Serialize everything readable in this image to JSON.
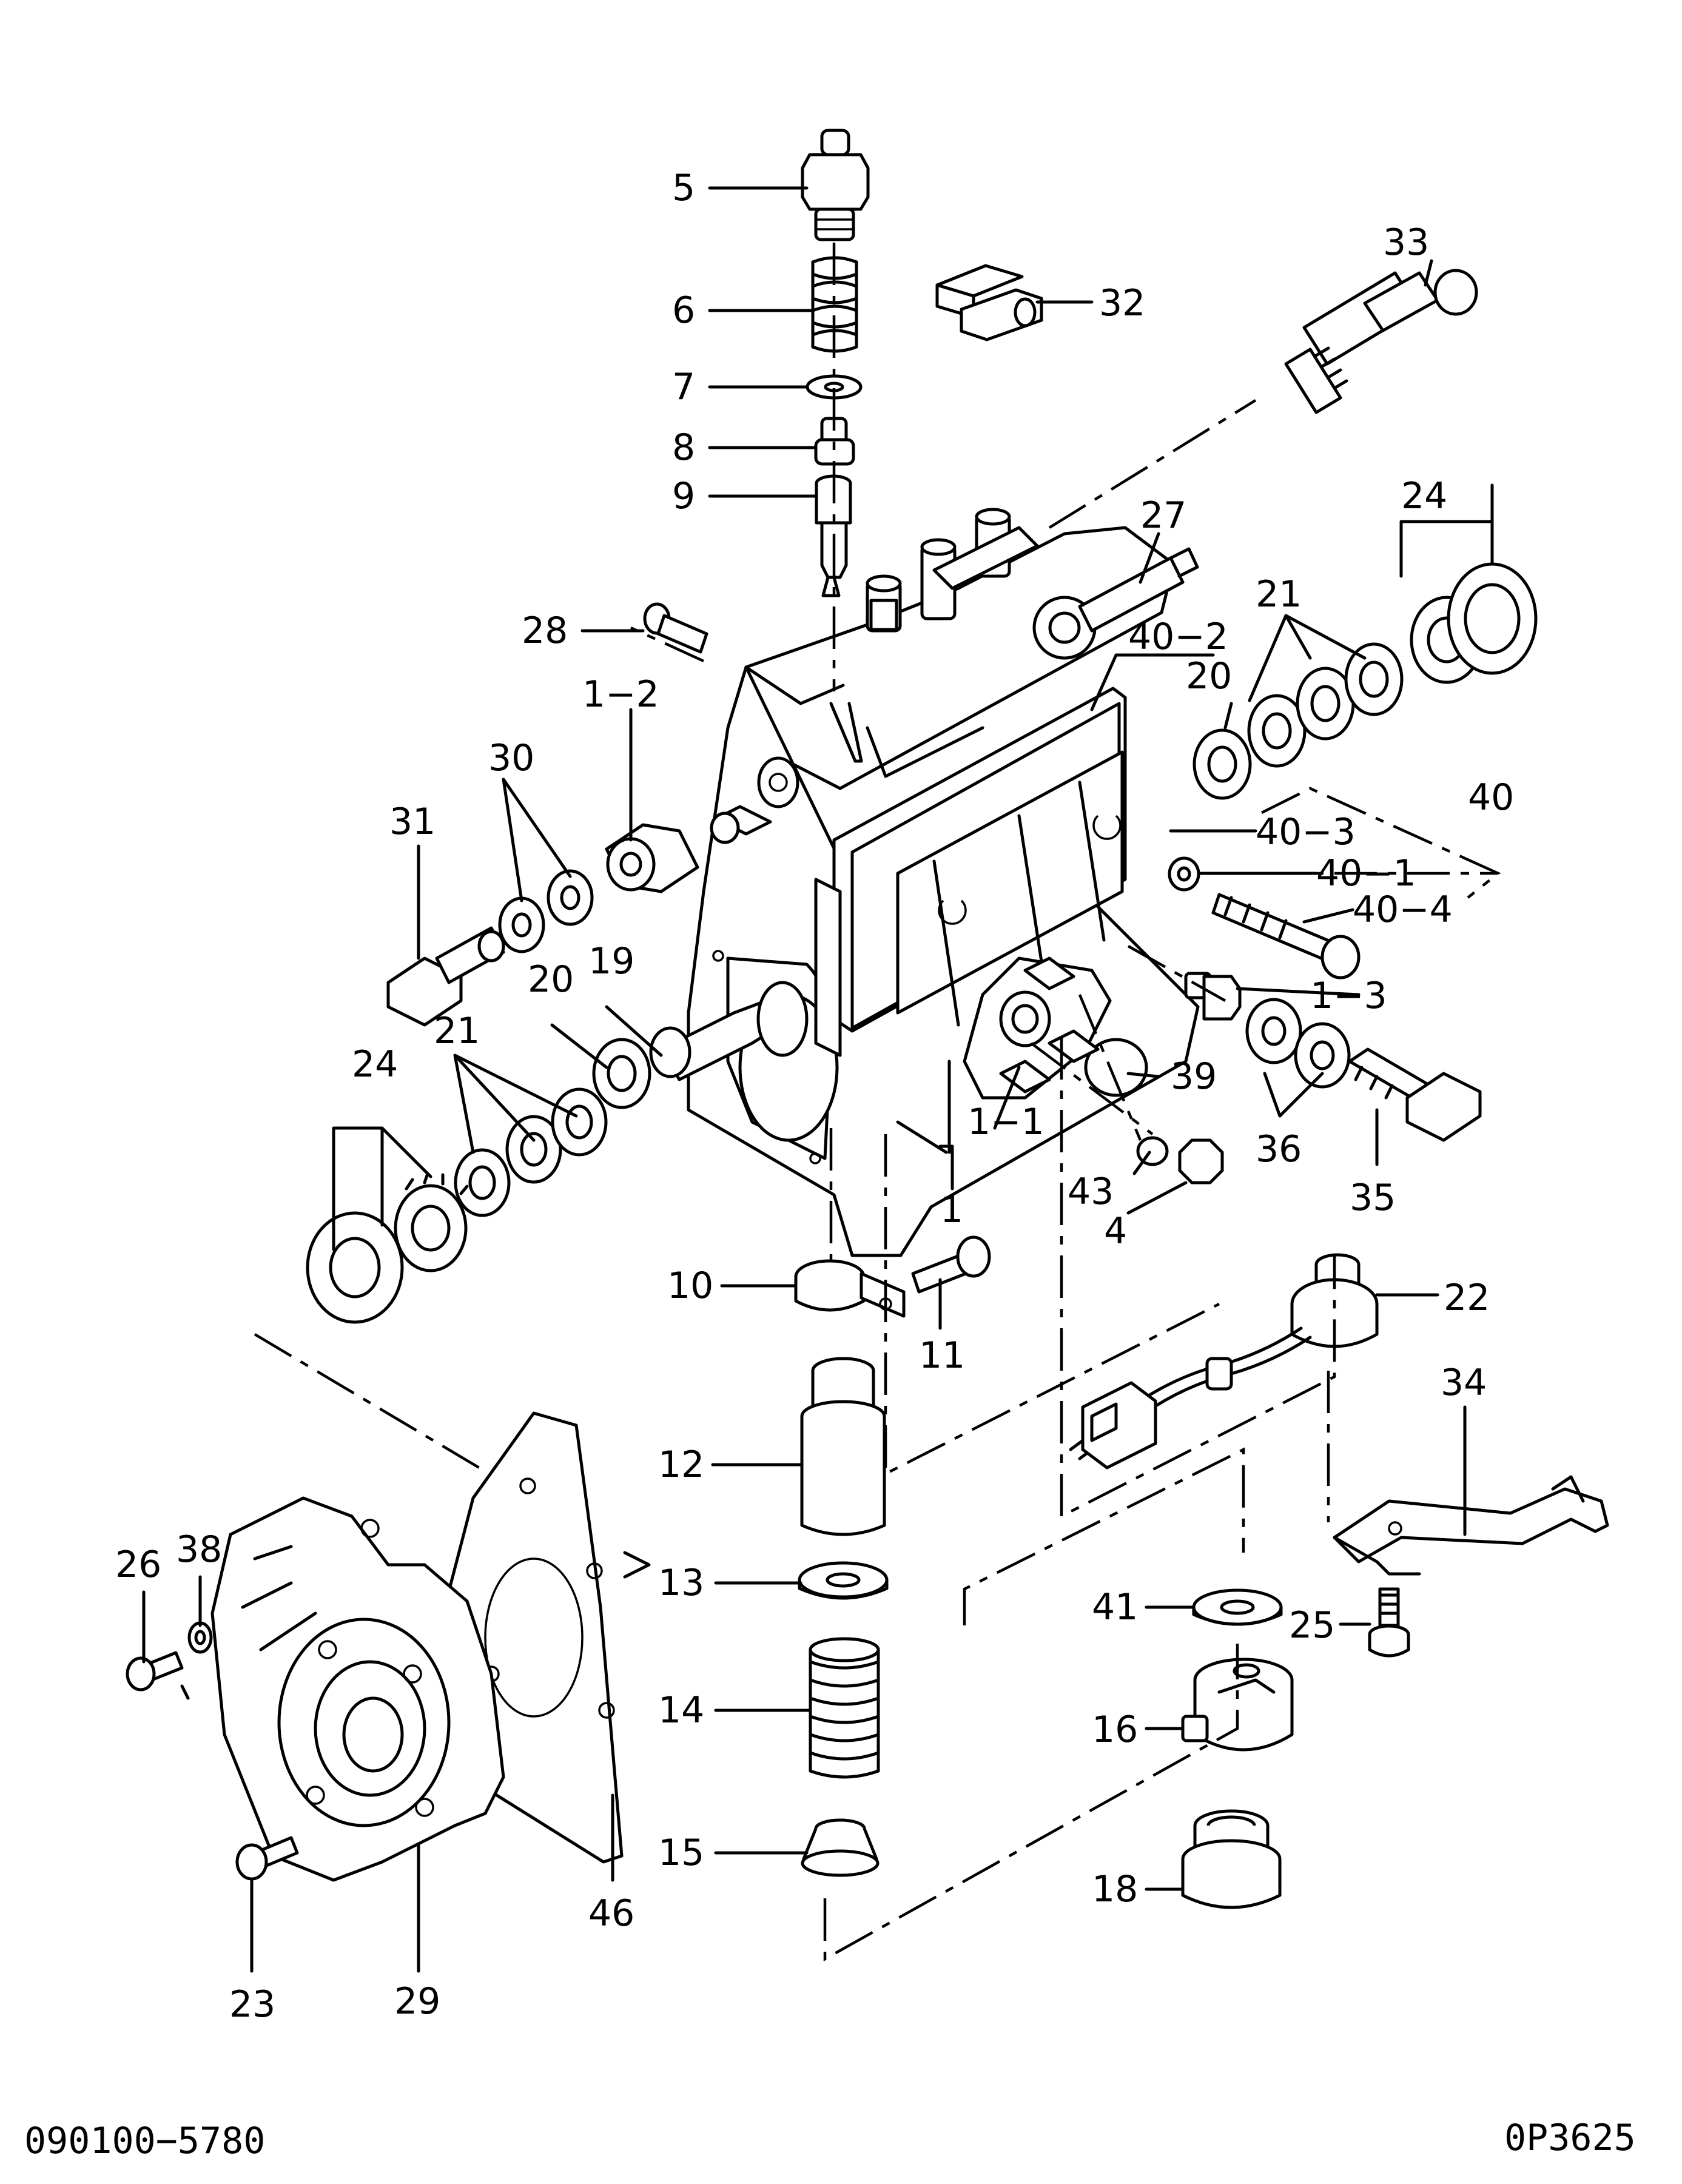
{
  "callouts": [
    {
      "id": "c5",
      "text": "5"
    },
    {
      "id": "c6",
      "text": "6"
    },
    {
      "id": "c7",
      "text": "7"
    },
    {
      "id": "c8",
      "text": "8"
    },
    {
      "id": "c9",
      "text": "9"
    },
    {
      "id": "c32",
      "text": "32"
    },
    {
      "id": "c33",
      "text": "33"
    },
    {
      "id": "c27",
      "text": "27"
    },
    {
      "id": "c24a",
      "text": "24"
    },
    {
      "id": "c21a",
      "text": "21"
    },
    {
      "id": "c20a",
      "text": "20"
    },
    {
      "id": "c40-2",
      "text": "40−2"
    },
    {
      "id": "c28",
      "text": "28"
    },
    {
      "id": "c1-2",
      "text": "1−2"
    },
    {
      "id": "c30",
      "text": "30"
    },
    {
      "id": "c31",
      "text": "31"
    },
    {
      "id": "c40",
      "text": "40"
    },
    {
      "id": "c40-3",
      "text": "40−3"
    },
    {
      "id": "c40-1",
      "text": "40−1"
    },
    {
      "id": "c40-4",
      "text": "40−4"
    },
    {
      "id": "c1-3",
      "text": "1−3"
    },
    {
      "id": "c20b",
      "text": "20"
    },
    {
      "id": "c19",
      "text": "19"
    },
    {
      "id": "c21b",
      "text": "21"
    },
    {
      "id": "c24b",
      "text": "24"
    },
    {
      "id": "c39",
      "text": "39"
    },
    {
      "id": "c1-1",
      "text": "1−1"
    },
    {
      "id": "c36",
      "text": "36"
    },
    {
      "id": "c35",
      "text": "35"
    },
    {
      "id": "c43",
      "text": "43"
    },
    {
      "id": "c4",
      "text": "4"
    },
    {
      "id": "c1",
      "text": "1"
    },
    {
      "id": "c10",
      "text": "10"
    },
    {
      "id": "c11",
      "text": "11"
    },
    {
      "id": "c22",
      "text": "22"
    },
    {
      "id": "c34",
      "text": "34"
    },
    {
      "id": "c12",
      "text": "12"
    },
    {
      "id": "c26",
      "text": "26"
    },
    {
      "id": "c38",
      "text": "38"
    },
    {
      "id": "c13",
      "text": "13"
    },
    {
      "id": "c41",
      "text": "41"
    },
    {
      "id": "c25",
      "text": "25"
    },
    {
      "id": "c14",
      "text": "14"
    },
    {
      "id": "c16",
      "text": "16"
    },
    {
      "id": "c15",
      "text": "15"
    },
    {
      "id": "c18",
      "text": "18"
    },
    {
      "id": "c46",
      "text": "46"
    },
    {
      "id": "c23",
      "text": "23"
    },
    {
      "id": "c29",
      "text": "29"
    }
  ],
  "footer": {
    "left_code": "090100−5780",
    "right_code": "0P3625"
  }
}
